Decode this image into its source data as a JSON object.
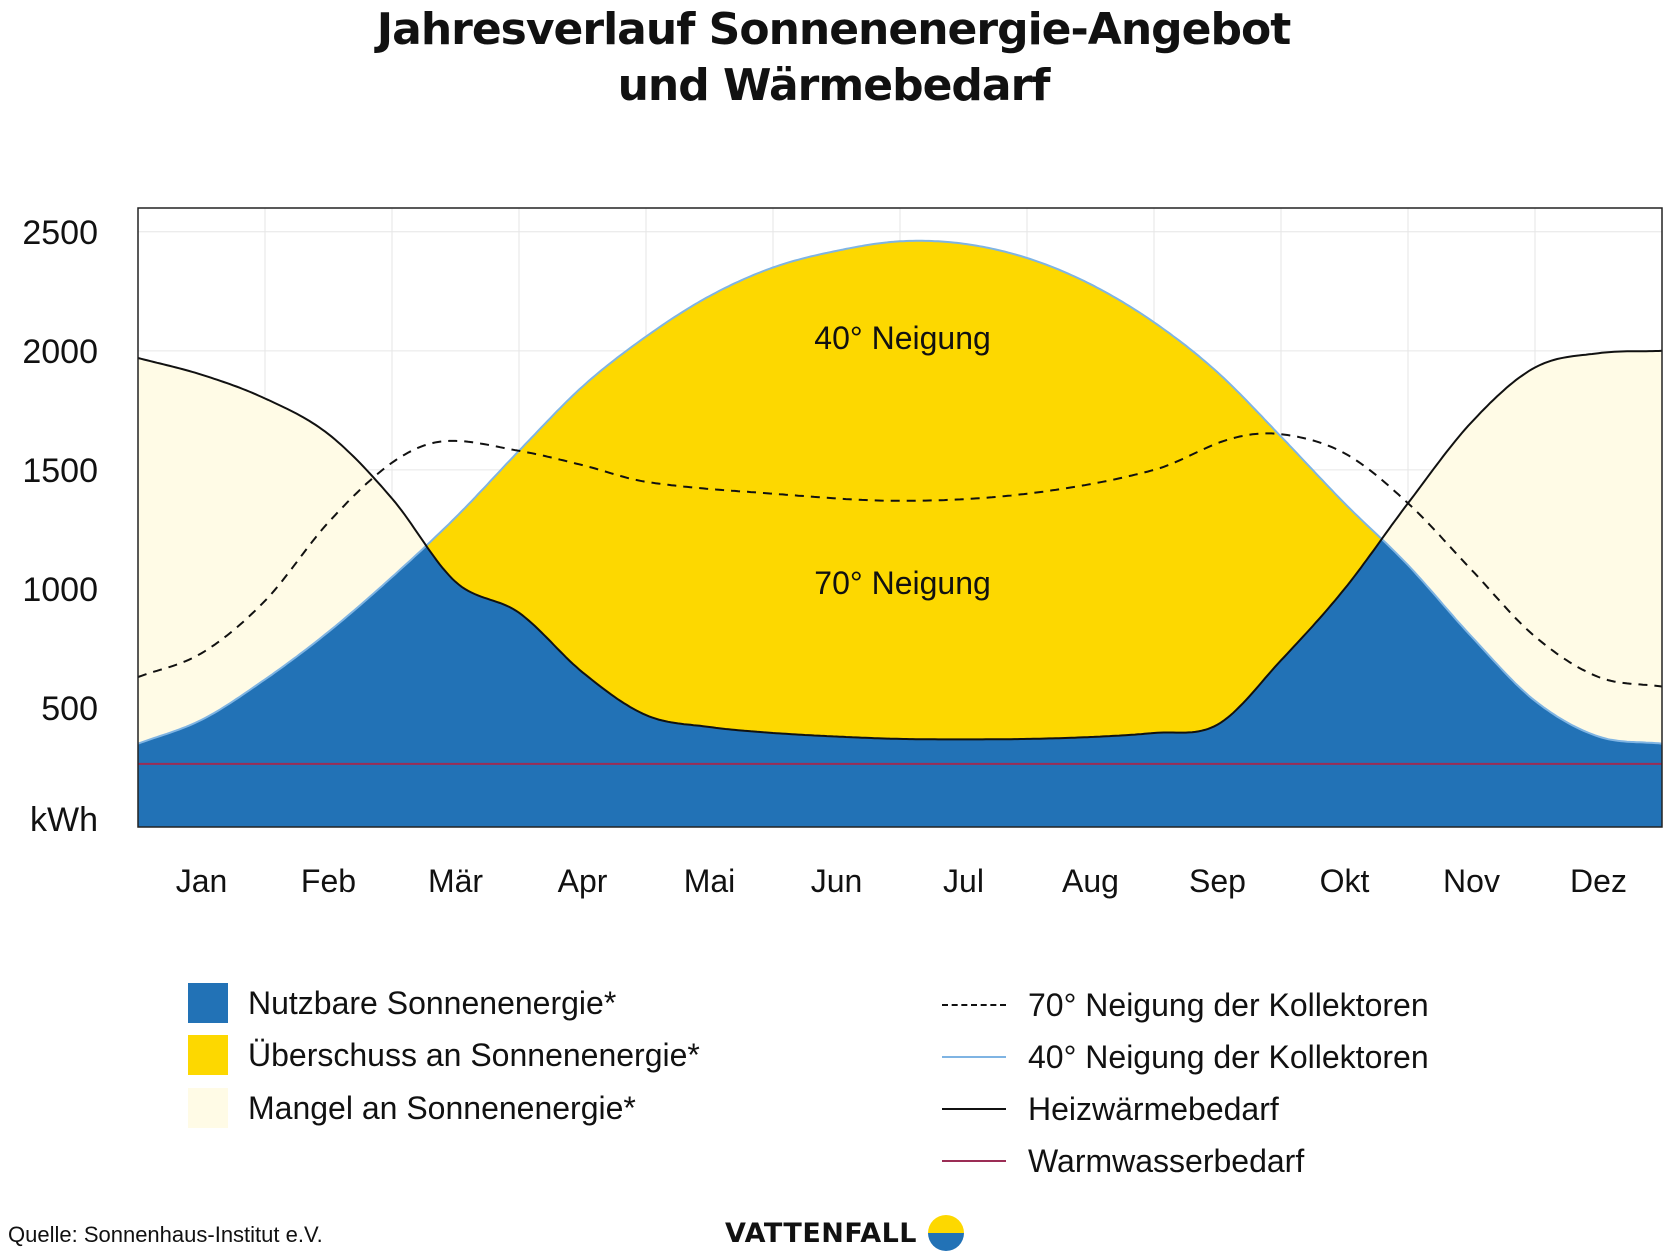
{
  "title_line1": "Jahresverlauf Sonnenenergie-Angebot",
  "title_line2": "und Wärmebedarf",
  "colors": {
    "nutzbar": "#2272b6",
    "ueberschuss": "#fdd800",
    "mangel": "#fffbe6",
    "line40": "#7fb4e3",
    "warmwasser": "#9b2d55",
    "grid": "#e6e6e6"
  },
  "chart_data": {
    "type": "area",
    "title": "Jahresverlauf Sonnenenergie-Angebot und Wärmebedarf",
    "ylabel": "kWh",
    "ylim": [
      0,
      2600
    ],
    "yticks": [
      500,
      1000,
      1500,
      2000,
      2500
    ],
    "ytick_labels": [
      "500",
      "1000",
      "1500",
      "2000",
      "2500"
    ],
    "y_unit_label": "kWh",
    "categories": [
      "Jan",
      "Feb",
      "Mär",
      "Apr",
      "Mai",
      "Jun",
      "Jul",
      "Aug",
      "Sep",
      "Okt",
      "Nov",
      "Dez"
    ],
    "grid": true,
    "series": [
      {
        "name": "70° Neigung der Kollektoren",
        "style": "dashed",
        "x": [
          0,
          0.5,
          1.0,
          1.5,
          2.0,
          2.4,
          3.0,
          3.5,
          4.0,
          5.0,
          6.0,
          7.0,
          8.0,
          8.6,
          9.0,
          9.5,
          10.0,
          10.5,
          11.0,
          11.5,
          12.0
        ],
        "values": [
          630,
          730,
          950,
          1280,
          1530,
          1620,
          1580,
          1520,
          1450,
          1400,
          1370,
          1400,
          1500,
          1630,
          1650,
          1570,
          1360,
          1080,
          800,
          630,
          590
        ]
      },
      {
        "name": "40° Neigung der Kollektoren",
        "style": "solid",
        "x": [
          0,
          0.5,
          1.0,
          1.5,
          2.0,
          2.5,
          3.0,
          3.5,
          4.0,
          4.5,
          5.0,
          5.5,
          6.0,
          6.5,
          7.0,
          7.5,
          8.0,
          8.5,
          9.0,
          9.5,
          10.0,
          10.5,
          11.0,
          11.5,
          12.0
        ],
        "values": [
          350,
          450,
          620,
          820,
          1050,
          1300,
          1580,
          1850,
          2060,
          2230,
          2350,
          2420,
          2460,
          2450,
          2390,
          2280,
          2120,
          1910,
          1640,
          1360,
          1100,
          800,
          530,
          380,
          350
        ]
      },
      {
        "name": "Heizwärmebedarf",
        "style": "solid",
        "x": [
          0,
          0.5,
          1.0,
          1.5,
          2.0,
          2.5,
          3.0,
          3.5,
          4.0,
          4.5,
          5.0,
          5.5,
          6.0,
          6.5,
          7.0,
          7.5,
          8.0,
          8.5,
          9.0,
          9.5,
          10.0,
          10.5,
          11.0,
          11.5,
          12.0
        ],
        "values": [
          1970,
          1900,
          1800,
          1650,
          1380,
          1030,
          900,
          650,
          470,
          420,
          395,
          380,
          370,
          368,
          370,
          378,
          395,
          430,
          700,
          1000,
          1360,
          1700,
          1930,
          1990,
          2000
        ]
      },
      {
        "name": "Warmwasserbedarf",
        "style": "solid",
        "x": [
          0,
          12
        ],
        "values": [
          265,
          265
        ]
      }
    ],
    "areas": [
      {
        "name": "Nutzbare Sonnenenergie*"
      },
      {
        "name": "Überschuss an Sonnenenergie*"
      },
      {
        "name": "Mangel an Sonnenenergie*"
      }
    ],
    "annotations": [
      {
        "text": "40° Neigung"
      },
      {
        "text": "70° Neigung"
      }
    ]
  },
  "legend": {
    "areas": [
      {
        "label": "Nutzbare Sonnenenergie*"
      },
      {
        "label": "Überschuss an Sonnenenergie*"
      },
      {
        "label": "Mangel an Sonnenenergie*"
      }
    ],
    "lines": [
      {
        "label": "70° Neigung der Kollektoren"
      },
      {
        "label": "40° Neigung der Kollektoren"
      },
      {
        "label": "Heizwärmebedarf"
      },
      {
        "label": "Warmwasserbedarf"
      }
    ]
  },
  "source": "Quelle: Sonnenhaus-Institut e.V.",
  "brand": "VATTENFALL"
}
